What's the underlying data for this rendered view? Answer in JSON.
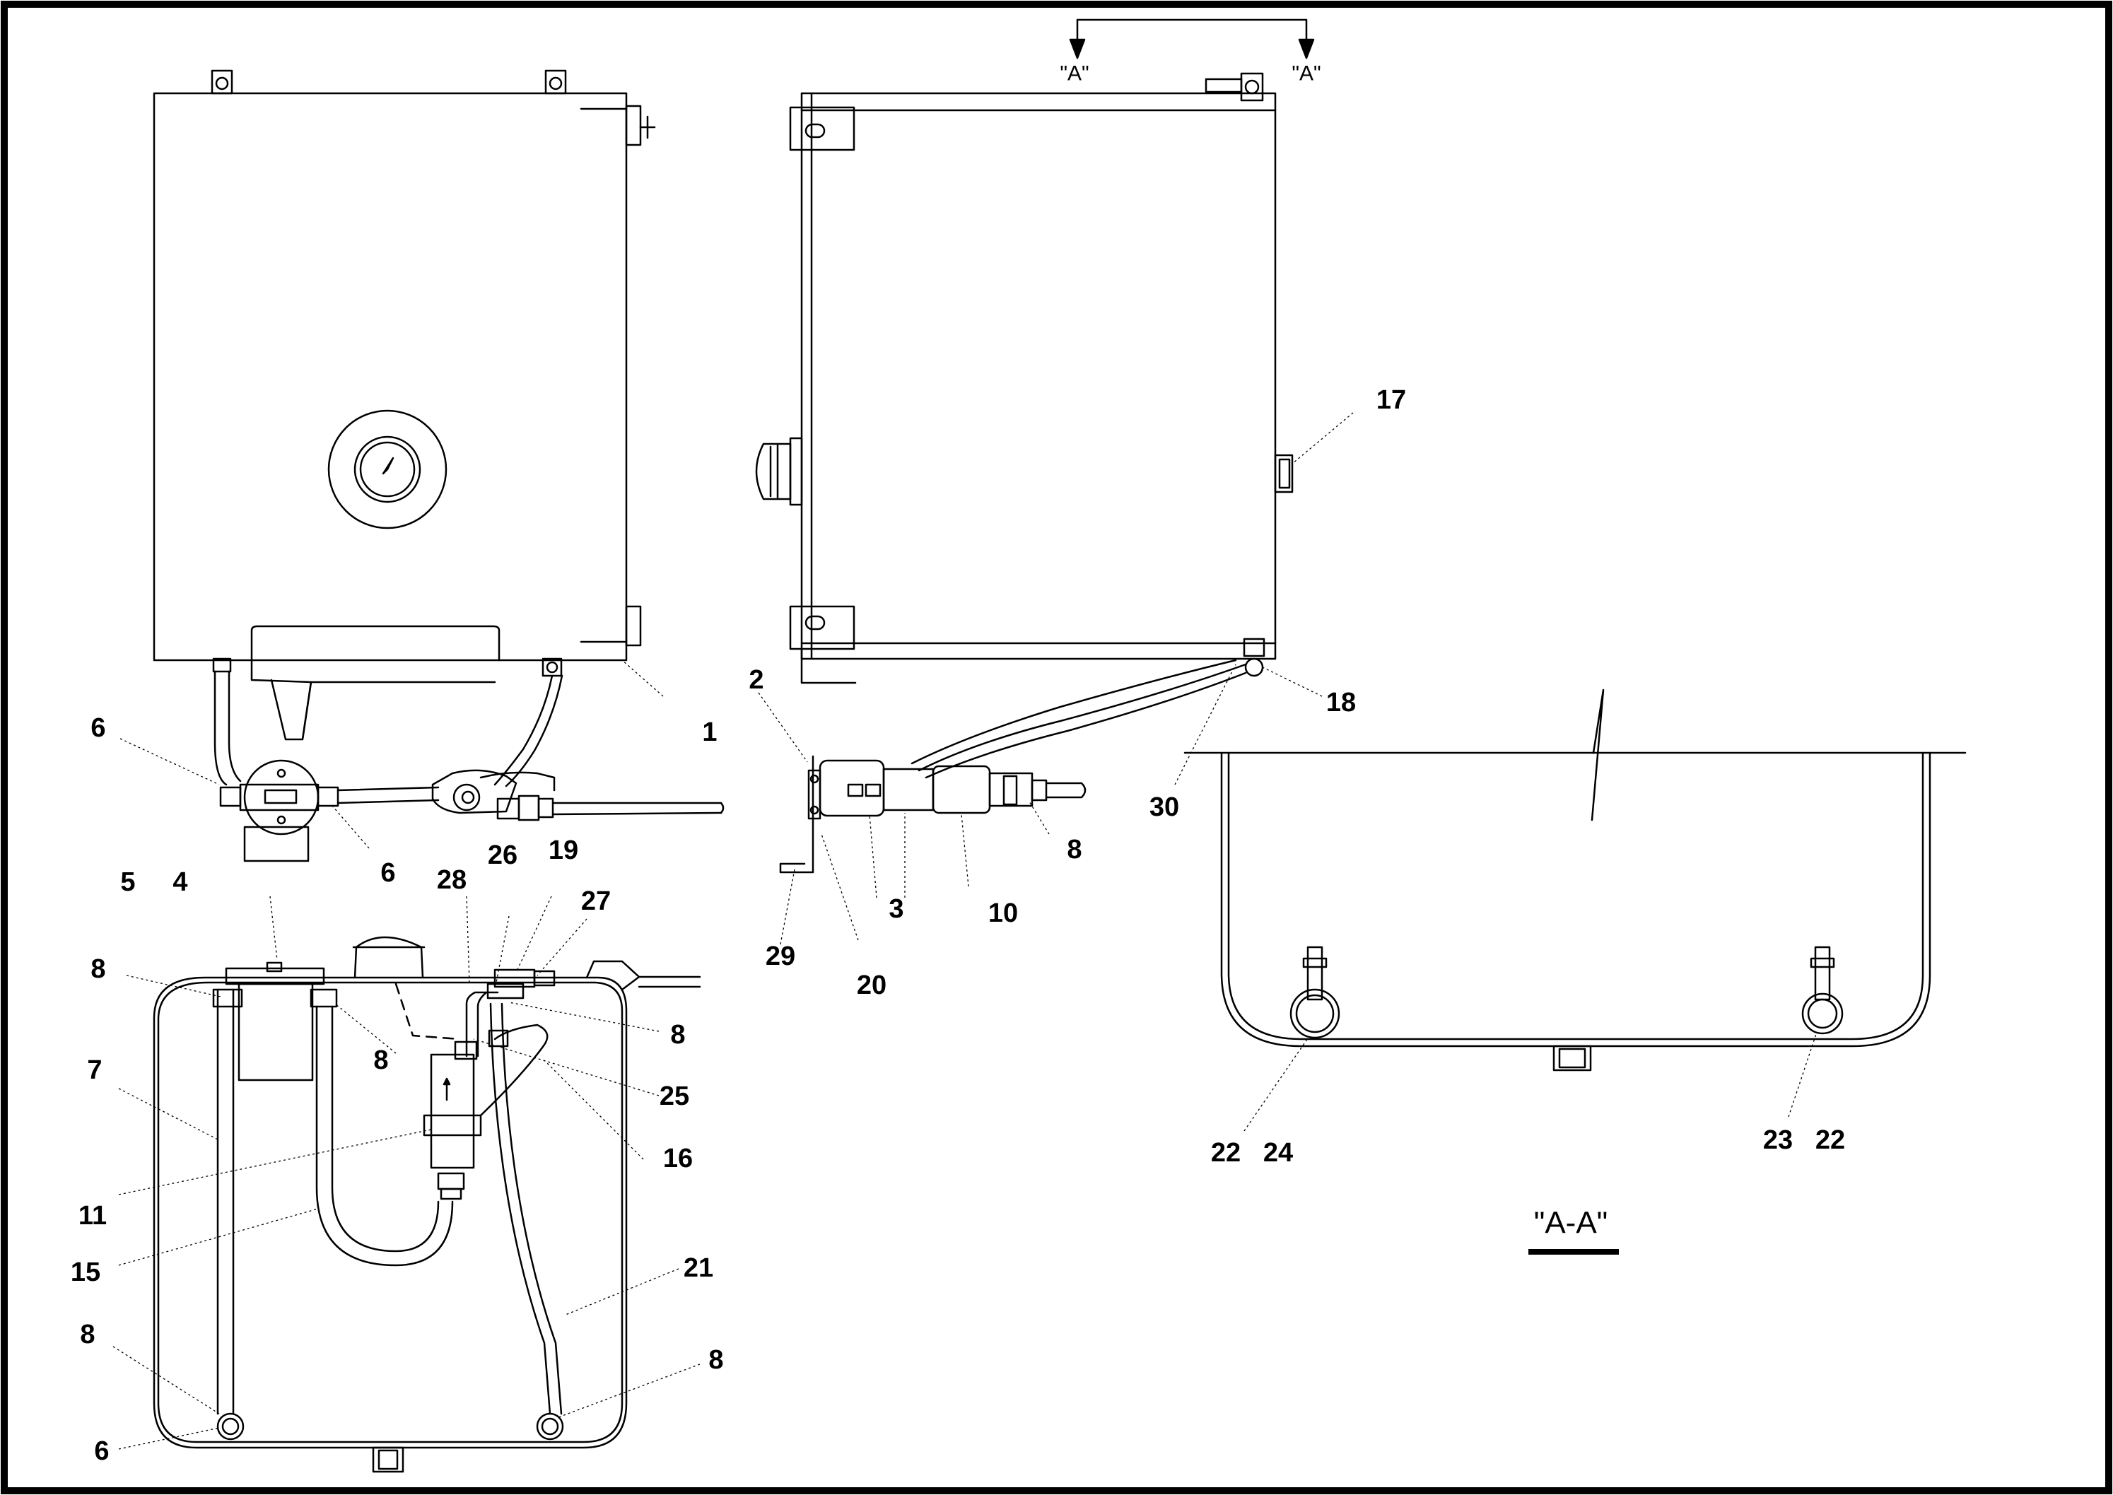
{
  "views": {
    "section_arrow_left": "\"A\"",
    "section_arrow_right": "\"A\"",
    "section_title": "\"A-A\""
  },
  "callouts": [
    {
      "id": "c-1",
      "text": "1"
    },
    {
      "id": "c-2",
      "text": "2"
    },
    {
      "id": "c-3",
      "text": "3"
    },
    {
      "id": "c-4",
      "text": "4"
    },
    {
      "id": "c-5",
      "text": "5"
    },
    {
      "id": "c-6a",
      "text": "6"
    },
    {
      "id": "c-6b",
      "text": "6"
    },
    {
      "id": "c-6c",
      "text": "6"
    },
    {
      "id": "c-7",
      "text": "7"
    },
    {
      "id": "c-8a",
      "text": "8"
    },
    {
      "id": "c-8b",
      "text": "8"
    },
    {
      "id": "c-8c",
      "text": "8"
    },
    {
      "id": "c-8d",
      "text": "8"
    },
    {
      "id": "c-8e",
      "text": "8"
    },
    {
      "id": "c-8f",
      "text": "8"
    },
    {
      "id": "c-10",
      "text": "10"
    },
    {
      "id": "c-11",
      "text": "11"
    },
    {
      "id": "c-15",
      "text": "15"
    },
    {
      "id": "c-16",
      "text": "16"
    },
    {
      "id": "c-17",
      "text": "17"
    },
    {
      "id": "c-18",
      "text": "18"
    },
    {
      "id": "c-19",
      "text": "19"
    },
    {
      "id": "c-20",
      "text": "20"
    },
    {
      "id": "c-21",
      "text": "21"
    },
    {
      "id": "c-22a",
      "text": "22"
    },
    {
      "id": "c-22b",
      "text": "22"
    },
    {
      "id": "c-23",
      "text": "23"
    },
    {
      "id": "c-24",
      "text": "24"
    },
    {
      "id": "c-25",
      "text": "25"
    },
    {
      "id": "c-26",
      "text": "26"
    },
    {
      "id": "c-27",
      "text": "27"
    },
    {
      "id": "c-28",
      "text": "28"
    },
    {
      "id": "c-29",
      "text": "29"
    },
    {
      "id": "c-30",
      "text": "30"
    }
  ]
}
